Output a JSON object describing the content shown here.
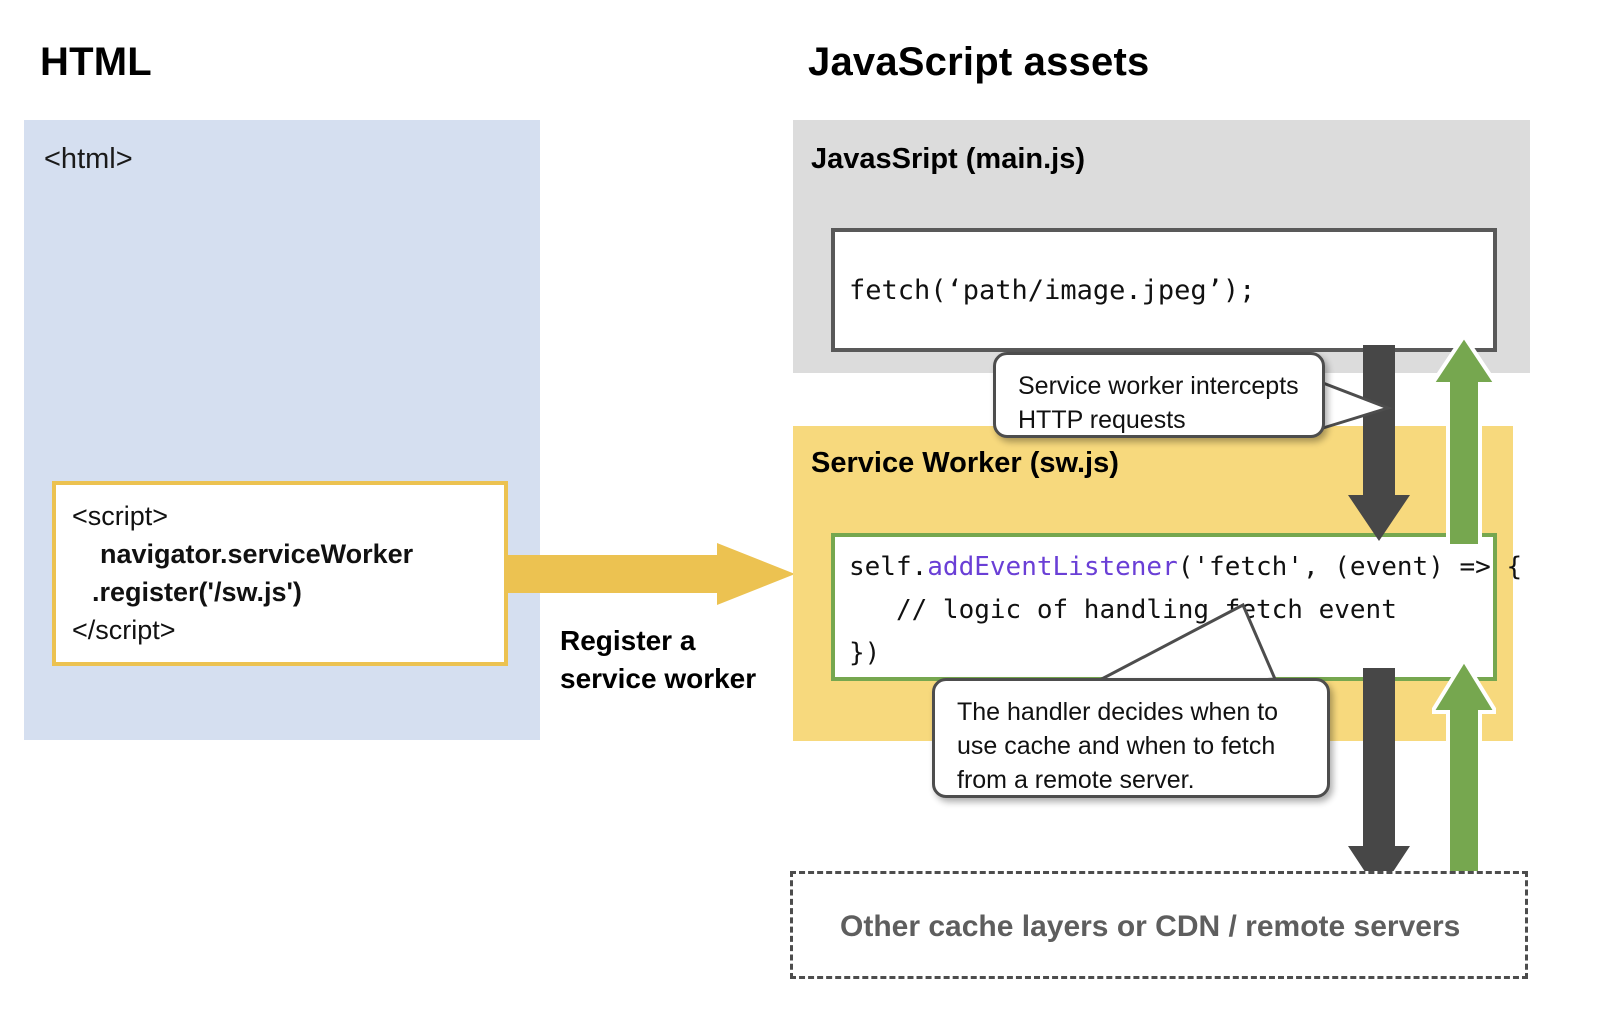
{
  "headings": {
    "html": "HTML",
    "javascript_assets": "JavaScript assets"
  },
  "html_panel": {
    "tag": "<html>",
    "background_color": "#d5dff0",
    "script_box": {
      "border_color": "#ecc251",
      "lines": [
        "<script>",
        "   navigator.serviceWorker",
        "   .register('/sw.js')",
        "</script>"
      ],
      "line1": "<script>",
      "line2": "navigator.serviceWorker",
      "line3": ".register('/sw.js')",
      "line4": "</script>"
    }
  },
  "register_flow": {
    "label_line1": "Register a",
    "label_line2": "service worker",
    "arrow_color": "#ecc251",
    "arrow_name": "register-arrow"
  },
  "mainjs_panel": {
    "title": "JavasSript (main.js)",
    "background_color": "#dcdcdc",
    "code_box": {
      "border_color": "#595959",
      "code": "fetch(‘path/image.jpeg’);"
    }
  },
  "service_worker_panel": {
    "title": "Service Worker (sw.js)",
    "background_color": "#f7d97d",
    "code_box": {
      "border_color": "#76a74f",
      "line1_a": "self.",
      "line1_b": "addEventListener",
      "line1_c": "('fetch', (event) => {",
      "line2": "   // logic of handling fetch event",
      "line3": "})",
      "keyword_color": "#6a3fd6"
    }
  },
  "callouts": [
    {
      "name": "service-worker-intercepts",
      "line1": "Service worker intercepts",
      "line2": "HTTP requests"
    },
    {
      "name": "handler-decides",
      "line1": "The handler decides when to",
      "line2": "use cache and when to fetch",
      "line3": "from a remote server."
    }
  ],
  "remote_box": {
    "label": "Other cache layers or CDN / remote servers",
    "border_style": "dashed",
    "text_color": "#5e5e5e"
  },
  "flow_arrows": {
    "request_color": "#474747",
    "response_color": "#76a74f",
    "request_direction": "down",
    "response_direction": "up"
  }
}
